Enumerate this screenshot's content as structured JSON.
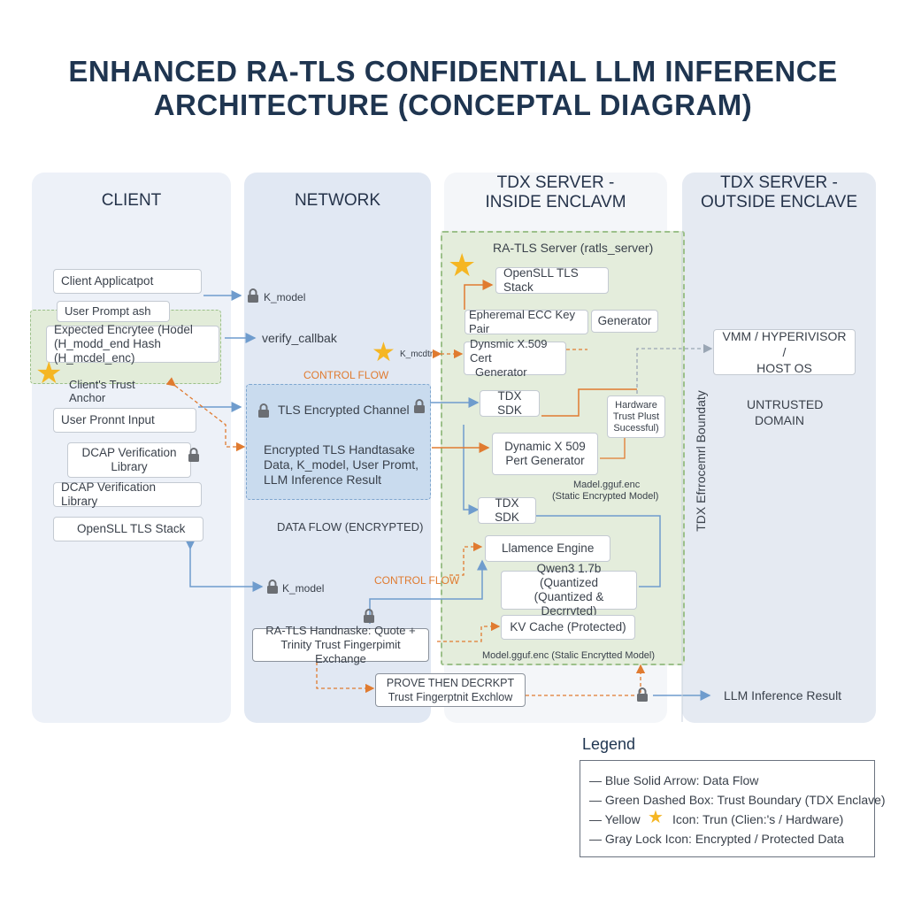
{
  "title": {
    "line1": "ENHANCED RA-TLS CONFIDENTIAL LLM INFERENCE",
    "line2": "ARCHITECTURE (CONCEPTAL DIAGRAM)"
  },
  "lanes": {
    "client": "CLIENT",
    "network": "NETWORK",
    "inside_line1": "TDX SERVER -",
    "inside_line2": "INSIDE ENCLAVM",
    "outside_line1": "TDX SERVER -",
    "outside_line2": "OUTSIDE ENCLAVE"
  },
  "client": {
    "client_app": "Client Applicatpot",
    "user_prompt_hash": "User Prompt ash",
    "expected_line1": "Expected Encrytee (Hodel",
    "expected_line2": "(H_modd_end Hash (H_mcdel_enc)",
    "trust_anchor_line1": "Client's Trust",
    "trust_anchor_line2": "Anchor",
    "user_prompt_input": "User Pronnt Input",
    "dcap_box_line1": "DCAP Verification",
    "dcap_box_line2": "Library",
    "dcap_lib": "DCAP Verification Library",
    "openssl": "OpenSLL TLS Stack"
  },
  "network": {
    "k_model_top": "K_model",
    "verify_callback": "verify_callbak",
    "k_model_mid": "K_mcdtr",
    "control_flow_top": "CONTROL FLOW",
    "tls_channel": "TLS Encrypted Channel",
    "tls_desc_line1": "Encrypted TLS Handtasake",
    "tls_desc_line2": "Data, K_model, User Promt,",
    "tls_desc_line3": "LLM Inference Result",
    "data_flow": "DATA FLOW (ENCRYPTED)",
    "k_model_bottom": "K_model",
    "control_flow_bottom": "CONTROL FLOW",
    "handshake_line1": "RA-TLS Handnaske: Quote +",
    "handshake_line2": "Trinity Trust Fingerpimit Exchange",
    "prove_line1": "PROVE THEN DECRKPT",
    "prove_line2": "Trust Fingerptnit Exchlow"
  },
  "enclave": {
    "server_title": "RA-TLS Server (ratls_server)",
    "openssl": "OpenSLL TLS Stack",
    "ephemeral": "Epheremal ECC Key Pair",
    "generator": "Generator",
    "dynamic_cert_line1": "Dynsmic X.509 Cert",
    "dynamic_cert_line2": "Generator",
    "tdx_sdk_1": "TDX SDK",
    "hw_line1": "Hardware",
    "hw_line2": "Trust Plust",
    "hw_line3": "Sucessful)",
    "pert_line1": "Dynamic X 509",
    "pert_line2": "Pert Generator",
    "model_enc_line1": "Madel.gguf.enc",
    "model_enc_line2": "(Static Encrypted Model)",
    "tdx_sdk_2": "TDX SDK",
    "llamence": "Llamence Engine",
    "qwen_line1": "Qwen3 1.7b (Quantized",
    "qwen_line2": "(Quantized & Decrryted)",
    "kv_cache": "KV Cache (Protected)",
    "model_footer": "Model.gguf.enc (Stalic Encrytted Model)"
  },
  "outside": {
    "vmm_line1": "VMM / HYPERIVISOR /",
    "vmm_line2": "HOST OS",
    "untrusted_line1": "UNTRUSTED",
    "untrusted_line2": "DOMAIN",
    "boundary": "TDX Efrrocemrl Boundaty",
    "llm_result": "LLM Inference Result"
  },
  "legend": {
    "title": "Legend",
    "item1": "— Blue Solid Arrow: Data Flow",
    "item2": "— Green Dashed Box: Trust Boundary (TDX Enclave)",
    "item3_a": "— Yellow",
    "item3_b": "Icon: Trun (Clien:'s / Hardware)",
    "item4": "— Gray Lock Icon: Encrypted / Protected Data"
  },
  "icons": {
    "lock": "lock-icon",
    "star": "star-icon"
  },
  "colors": {
    "data_flow": "#6f9ccd",
    "control_flow": "#e07b30",
    "trust_boundary": "#9cc08a",
    "trust_icon": "#f5b623",
    "lock": "#6b6e73"
  }
}
